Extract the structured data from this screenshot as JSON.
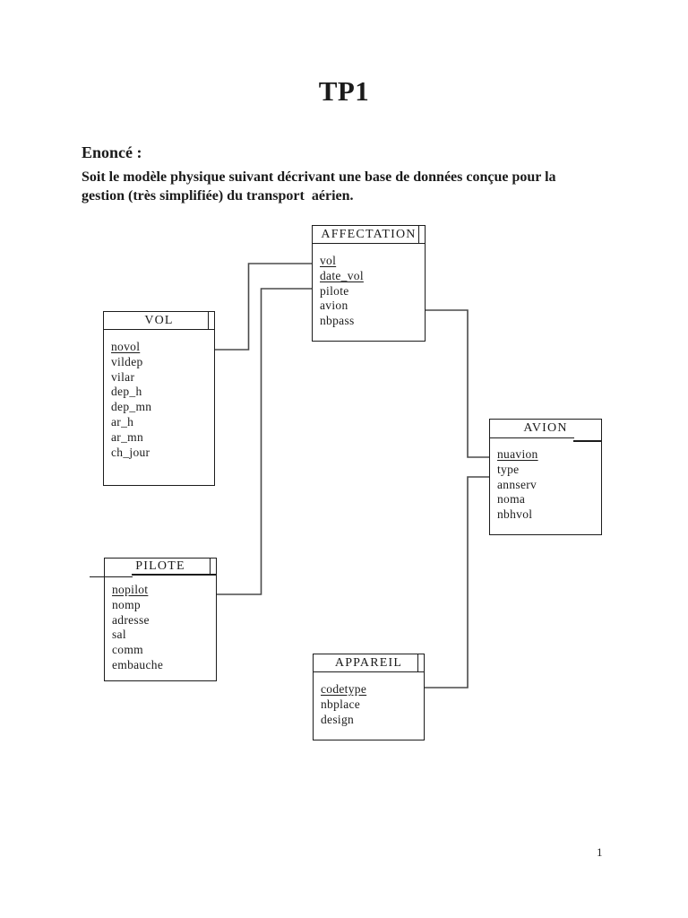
{
  "page": {
    "title": "TP1",
    "section_heading": "Enoncé :",
    "body_lines": [
      "Soit le modèle physique suivant décrivant une base de données conçue pour la",
      "gestion (très simplifiée) du transport  aérien."
    ],
    "page_number": "1"
  },
  "colors": {
    "page_background": "#ffffff",
    "text": "#1b1b1b",
    "entity_border": "#1c1c1c",
    "connector_line": "#4a4a4a"
  },
  "diagram": {
    "entities": [
      {
        "name": "AFFECTATION",
        "fields": [
          {
            "name": "vol",
            "primary_key": true
          },
          {
            "name": "date_vol",
            "primary_key": true
          },
          {
            "name": "pilote",
            "primary_key": false
          },
          {
            "name": "avion",
            "primary_key": false
          },
          {
            "name": "nbpass",
            "primary_key": false
          }
        ]
      },
      {
        "name": "VOL",
        "fields": [
          {
            "name": "novol",
            "primary_key": true
          },
          {
            "name": "vildep",
            "primary_key": false
          },
          {
            "name": "vilar",
            "primary_key": false
          },
          {
            "name": "dep_h",
            "primary_key": false
          },
          {
            "name": "dep_mn",
            "primary_key": false
          },
          {
            "name": "ar_h",
            "primary_key": false
          },
          {
            "name": "ar_mn",
            "primary_key": false
          },
          {
            "name": "ch_jour",
            "primary_key": false
          }
        ]
      },
      {
        "name": "AVION",
        "fields": [
          {
            "name": "nuavion",
            "primary_key": true
          },
          {
            "name": "type",
            "primary_key": false
          },
          {
            "name": "annserv",
            "primary_key": false
          },
          {
            "name": "noma",
            "primary_key": false
          },
          {
            "name": "nbhvol",
            "primary_key": false
          }
        ]
      },
      {
        "name": "PILOTE",
        "fields": [
          {
            "name": "nopilot",
            "primary_key": true
          },
          {
            "name": "nomp",
            "primary_key": false
          },
          {
            "name": "adresse",
            "primary_key": false
          },
          {
            "name": "sal",
            "primary_key": false
          },
          {
            "name": "comm",
            "primary_key": false
          },
          {
            "name": "embauche",
            "primary_key": false
          }
        ]
      },
      {
        "name": "APPAREIL",
        "fields": [
          {
            "name": "codetype",
            "primary_key": true
          },
          {
            "name": "nbplace",
            "primary_key": false
          },
          {
            "name": "design",
            "primary_key": false
          }
        ]
      }
    ],
    "relationships": [
      {
        "from": "AFFECTATION.vol",
        "to": "VOL.novol"
      },
      {
        "from": "AFFECTATION.pilote",
        "to": "PILOTE.nopilot"
      },
      {
        "from": "AFFECTATION.avion",
        "to": "AVION.nuavion"
      },
      {
        "from": "AVION.type",
        "to": "APPAREIL.codetype"
      }
    ]
  }
}
